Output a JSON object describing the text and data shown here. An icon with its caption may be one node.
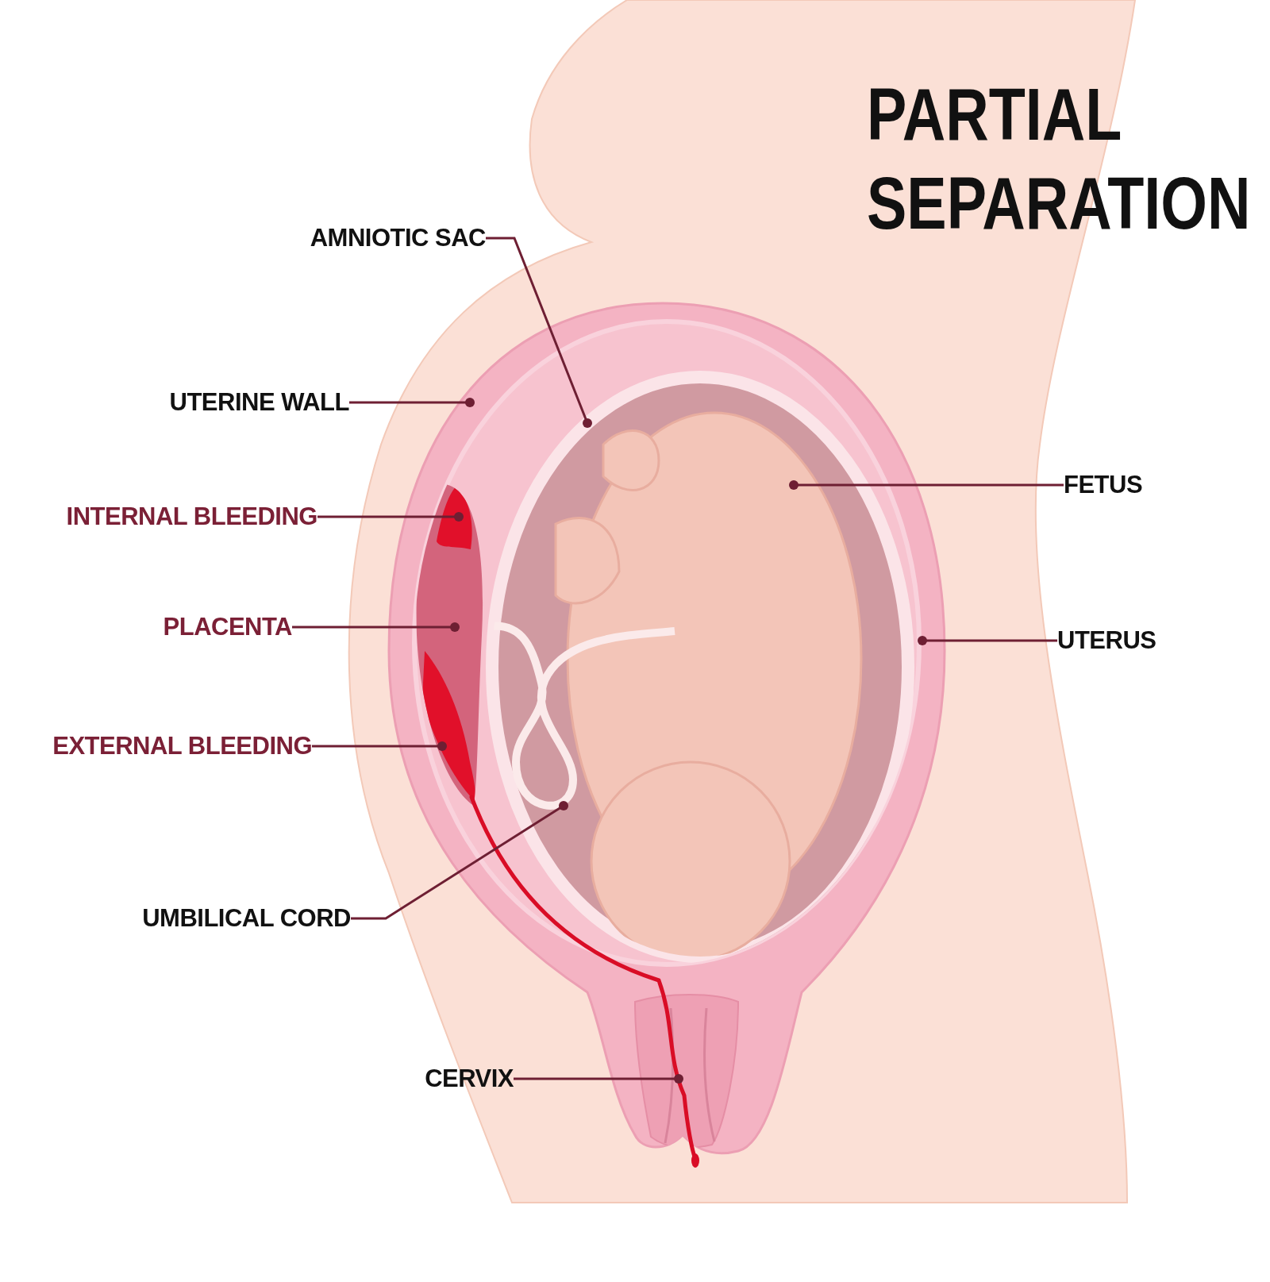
{
  "diagram": {
    "title": "PARTIAL SEPARATION",
    "nodes": [
      {
        "text": [
          "AMNIOTIC SAC"
        ]
      },
      {
        "text": [],
        "shape": "picture",
        "in": 3
      },
      {
        "text": [
          "UTERINE WALL"
        ]
      },
      {
        "text": [],
        "shape": "picture",
        "in": 11
      },
      {
        "text": [
          "INTERNAL BLEEDING"
        ]
      },
      {
        "text": [],
        "shape": "picture",
        "in": 9
      },
      {
        "text": [
          "FETUS"
        ]
      },
      {
        "text": [],
        "shape": "picture",
        "in": 1
      },
      {
        "text": [
          "PLACENTA"
        ]
      },
      {
        "text": [],
        "shape": "picture",
        "in": 3
      },
      {
        "text": [
          "UTERUS"
        ]
      },
      {
        "text": [],
        "shape": "picture"
      },
      {
        "text": [
          "EXTERNAL BLEEDING"
        ]
      },
      {
        "text": [],
        "shape": "picture",
        "in": 9
      },
      {
        "text": [
          "UMBILICAL CORD"
        ]
      },
      {
        "text": [],
        "shape": "picture",
        "in": 1
      },
      {
        "text": [
          "CERVIX"
        ]
      },
      {
        "text": [],
        "shape": "picture",
        "in": 11
      }
    ],
    "edges": [
      {
        "from": 0,
        "to": 1,
        "arrow": "other"
      },
      {
        "from": 2,
        "to": 3,
        "arrow": "other"
      },
      {
        "from": 4,
        "to": 5,
        "arrow": "other"
      },
      {
        "from": 6,
        "to": 7,
        "arrow": "other"
      },
      {
        "from": 8,
        "to": 9,
        "arrow": "other"
      },
      {
        "from": 10,
        "to": 11,
        "arrow": "other"
      },
      {
        "from": 12,
        "to": 13,
        "arrow": "other"
      },
      {
        "from": 14,
        "to": 15,
        "arrow": "other"
      },
      {
        "from": 16,
        "to": 17,
        "arrow": "other"
      }
    ]
  }
}
